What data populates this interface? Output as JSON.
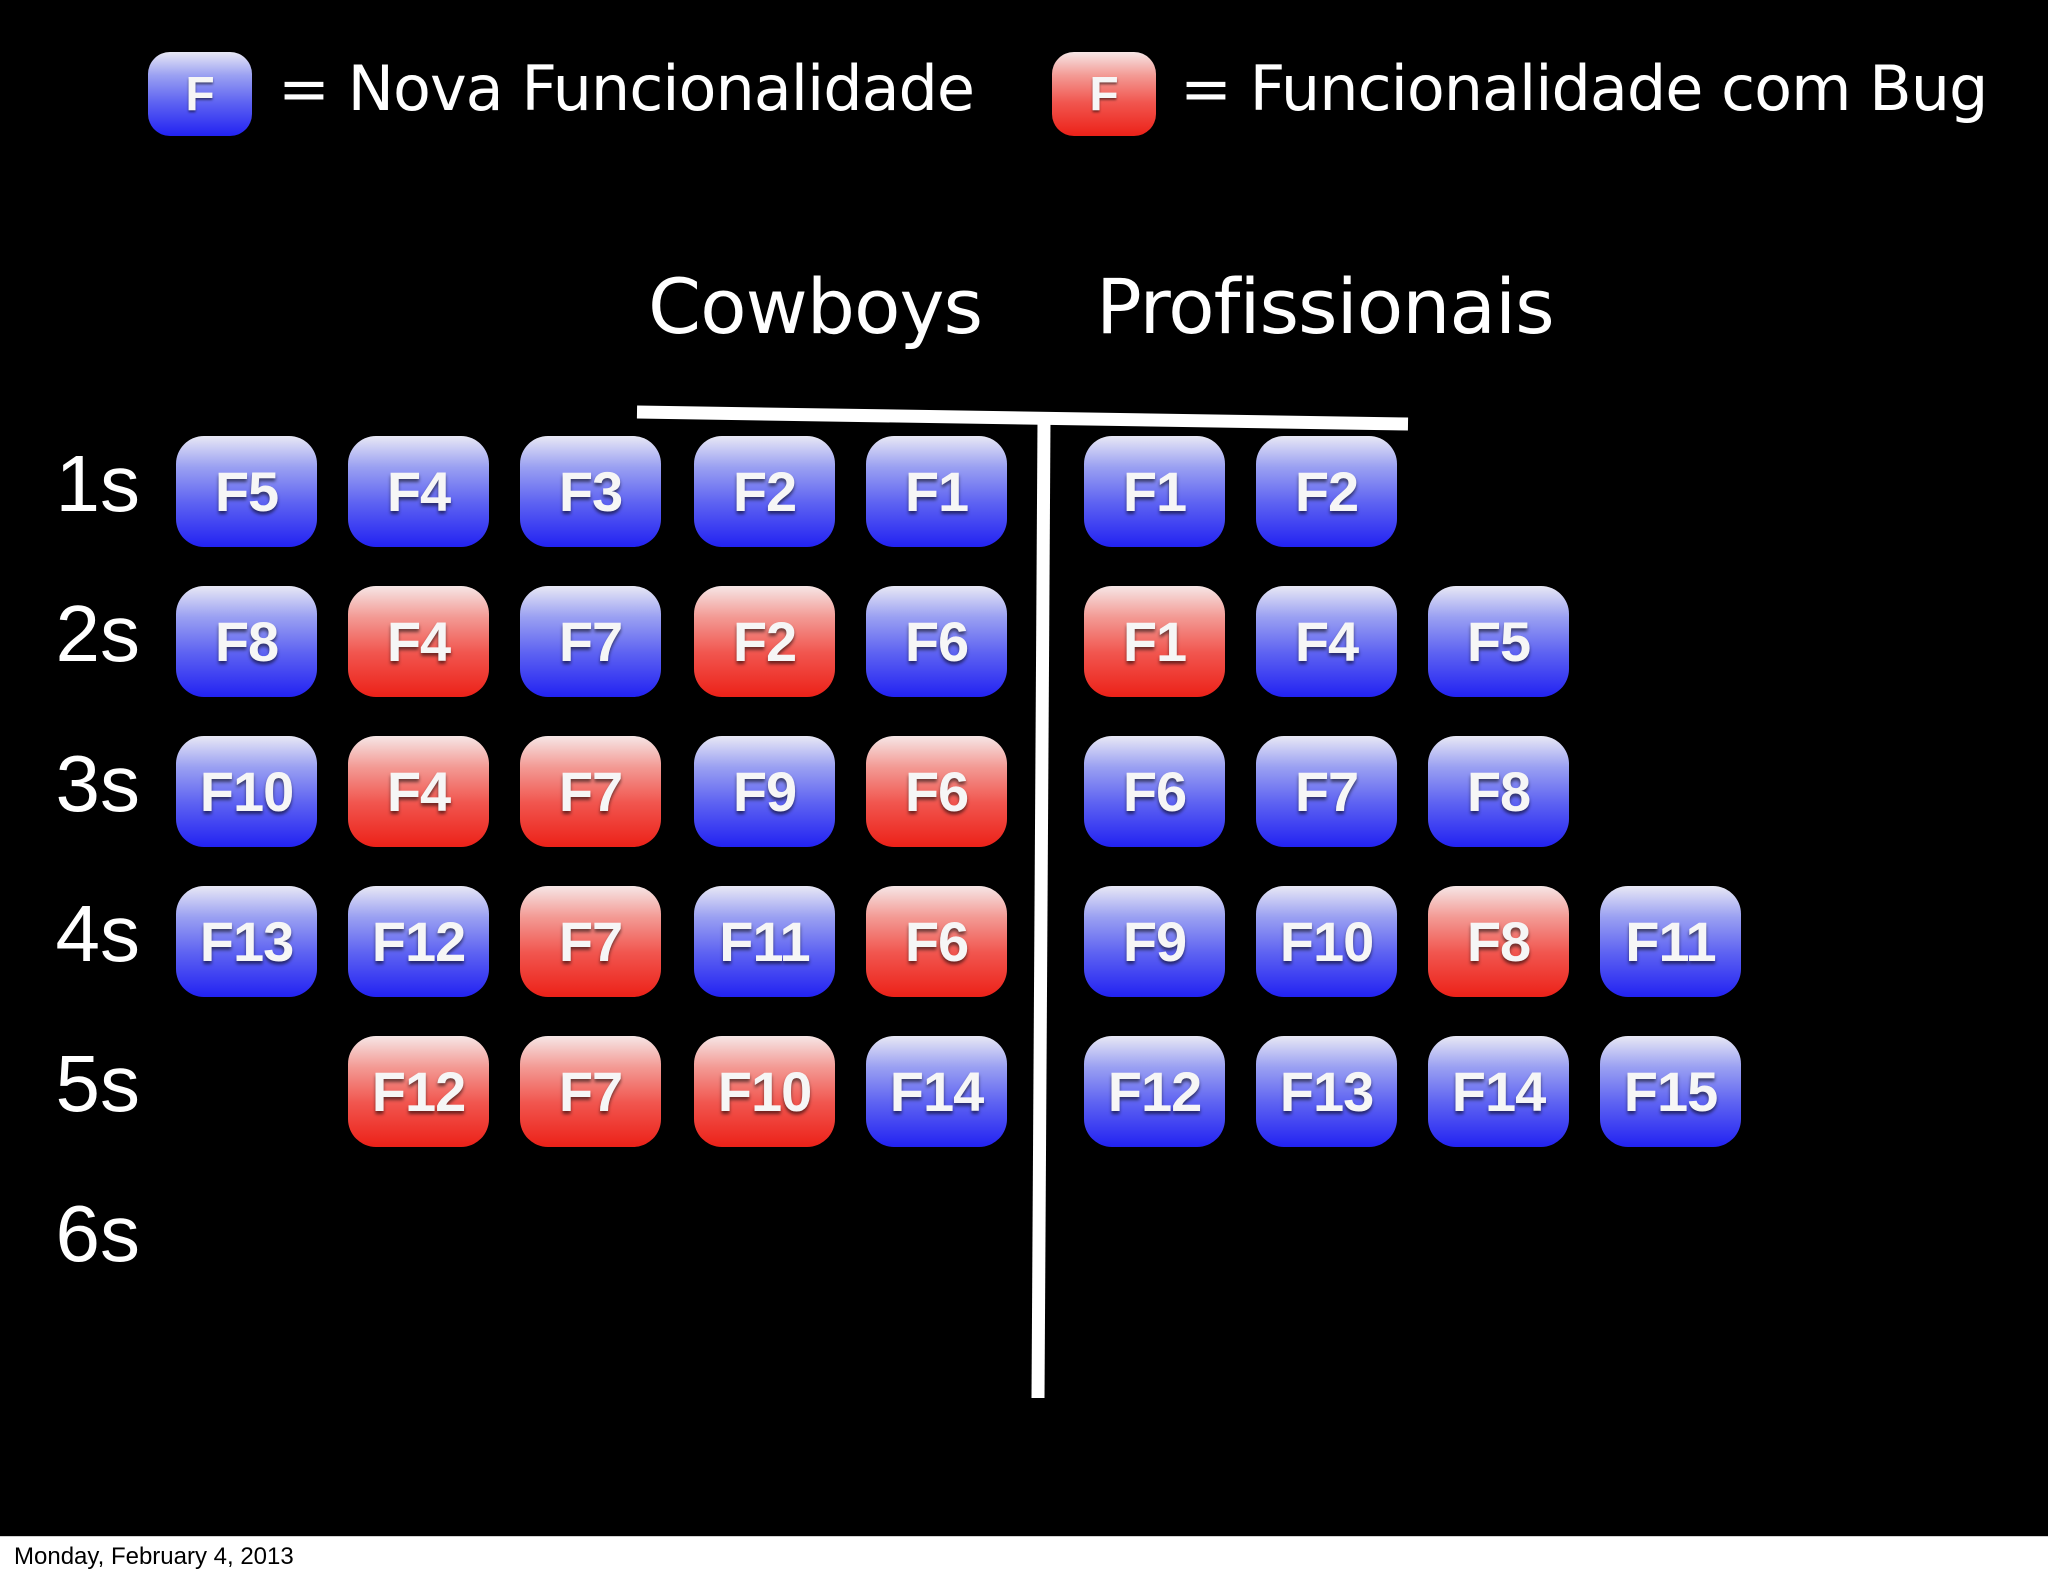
{
  "legend": {
    "new": {
      "chip": "F",
      "text": "= Nova Funcionalidade",
      "color": "blue"
    },
    "bug": {
      "chip": "F",
      "text": "= Funcionalidade com Bug",
      "color": "red"
    }
  },
  "columns": {
    "left": "Cowboys",
    "right": "Profissionais"
  },
  "rows": [
    {
      "label": "1s",
      "cowboys": [
        {
          "t": "F5",
          "c": "blue"
        },
        {
          "t": "F4",
          "c": "blue"
        },
        {
          "t": "F3",
          "c": "blue"
        },
        {
          "t": "F2",
          "c": "blue"
        },
        {
          "t": "F1",
          "c": "blue"
        }
      ],
      "profissionais": [
        {
          "t": "F1",
          "c": "blue"
        },
        {
          "t": "F2",
          "c": "blue"
        }
      ]
    },
    {
      "label": "2s",
      "cowboys": [
        {
          "t": "F8",
          "c": "blue"
        },
        {
          "t": "F4",
          "c": "red"
        },
        {
          "t": "F7",
          "c": "blue"
        },
        {
          "t": "F2",
          "c": "red"
        },
        {
          "t": "F6",
          "c": "blue"
        }
      ],
      "profissionais": [
        {
          "t": "F1",
          "c": "red"
        },
        {
          "t": "F4",
          "c": "blue"
        },
        {
          "t": "F5",
          "c": "blue"
        }
      ]
    },
    {
      "label": "3s",
      "cowboys": [
        {
          "t": "F10",
          "c": "blue"
        },
        {
          "t": "F4",
          "c": "red"
        },
        {
          "t": "F7",
          "c": "red"
        },
        {
          "t": "F9",
          "c": "blue"
        },
        {
          "t": "F6",
          "c": "red"
        }
      ],
      "profissionais": [
        {
          "t": "F6",
          "c": "blue"
        },
        {
          "t": "F7",
          "c": "blue"
        },
        {
          "t": "F8",
          "c": "blue"
        }
      ]
    },
    {
      "label": "4s",
      "cowboys": [
        {
          "t": "F13",
          "c": "blue"
        },
        {
          "t": "F12",
          "c": "blue"
        },
        {
          "t": "F7",
          "c": "red"
        },
        {
          "t": "F11",
          "c": "blue"
        },
        {
          "t": "F6",
          "c": "red"
        }
      ],
      "profissionais": [
        {
          "t": "F9",
          "c": "blue"
        },
        {
          "t": "F10",
          "c": "blue"
        },
        {
          "t": "F8",
          "c": "red"
        },
        {
          "t": "F11",
          "c": "blue"
        }
      ]
    },
    {
      "label": "5s",
      "cowboys": [
        null,
        {
          "t": "F12",
          "c": "red"
        },
        {
          "t": "F7",
          "c": "red"
        },
        {
          "t": "F10",
          "c": "red"
        },
        {
          "t": "F14",
          "c": "blue"
        }
      ],
      "profissionais": [
        {
          "t": "F12",
          "c": "blue"
        },
        {
          "t": "F13",
          "c": "blue"
        },
        {
          "t": "F14",
          "c": "blue"
        },
        {
          "t": "F15",
          "c": "blue"
        }
      ]
    },
    {
      "label": "6s",
      "cowboys": [],
      "profissionais": []
    }
  ],
  "footer": {
    "date": "Monday, February 4, 2013"
  }
}
